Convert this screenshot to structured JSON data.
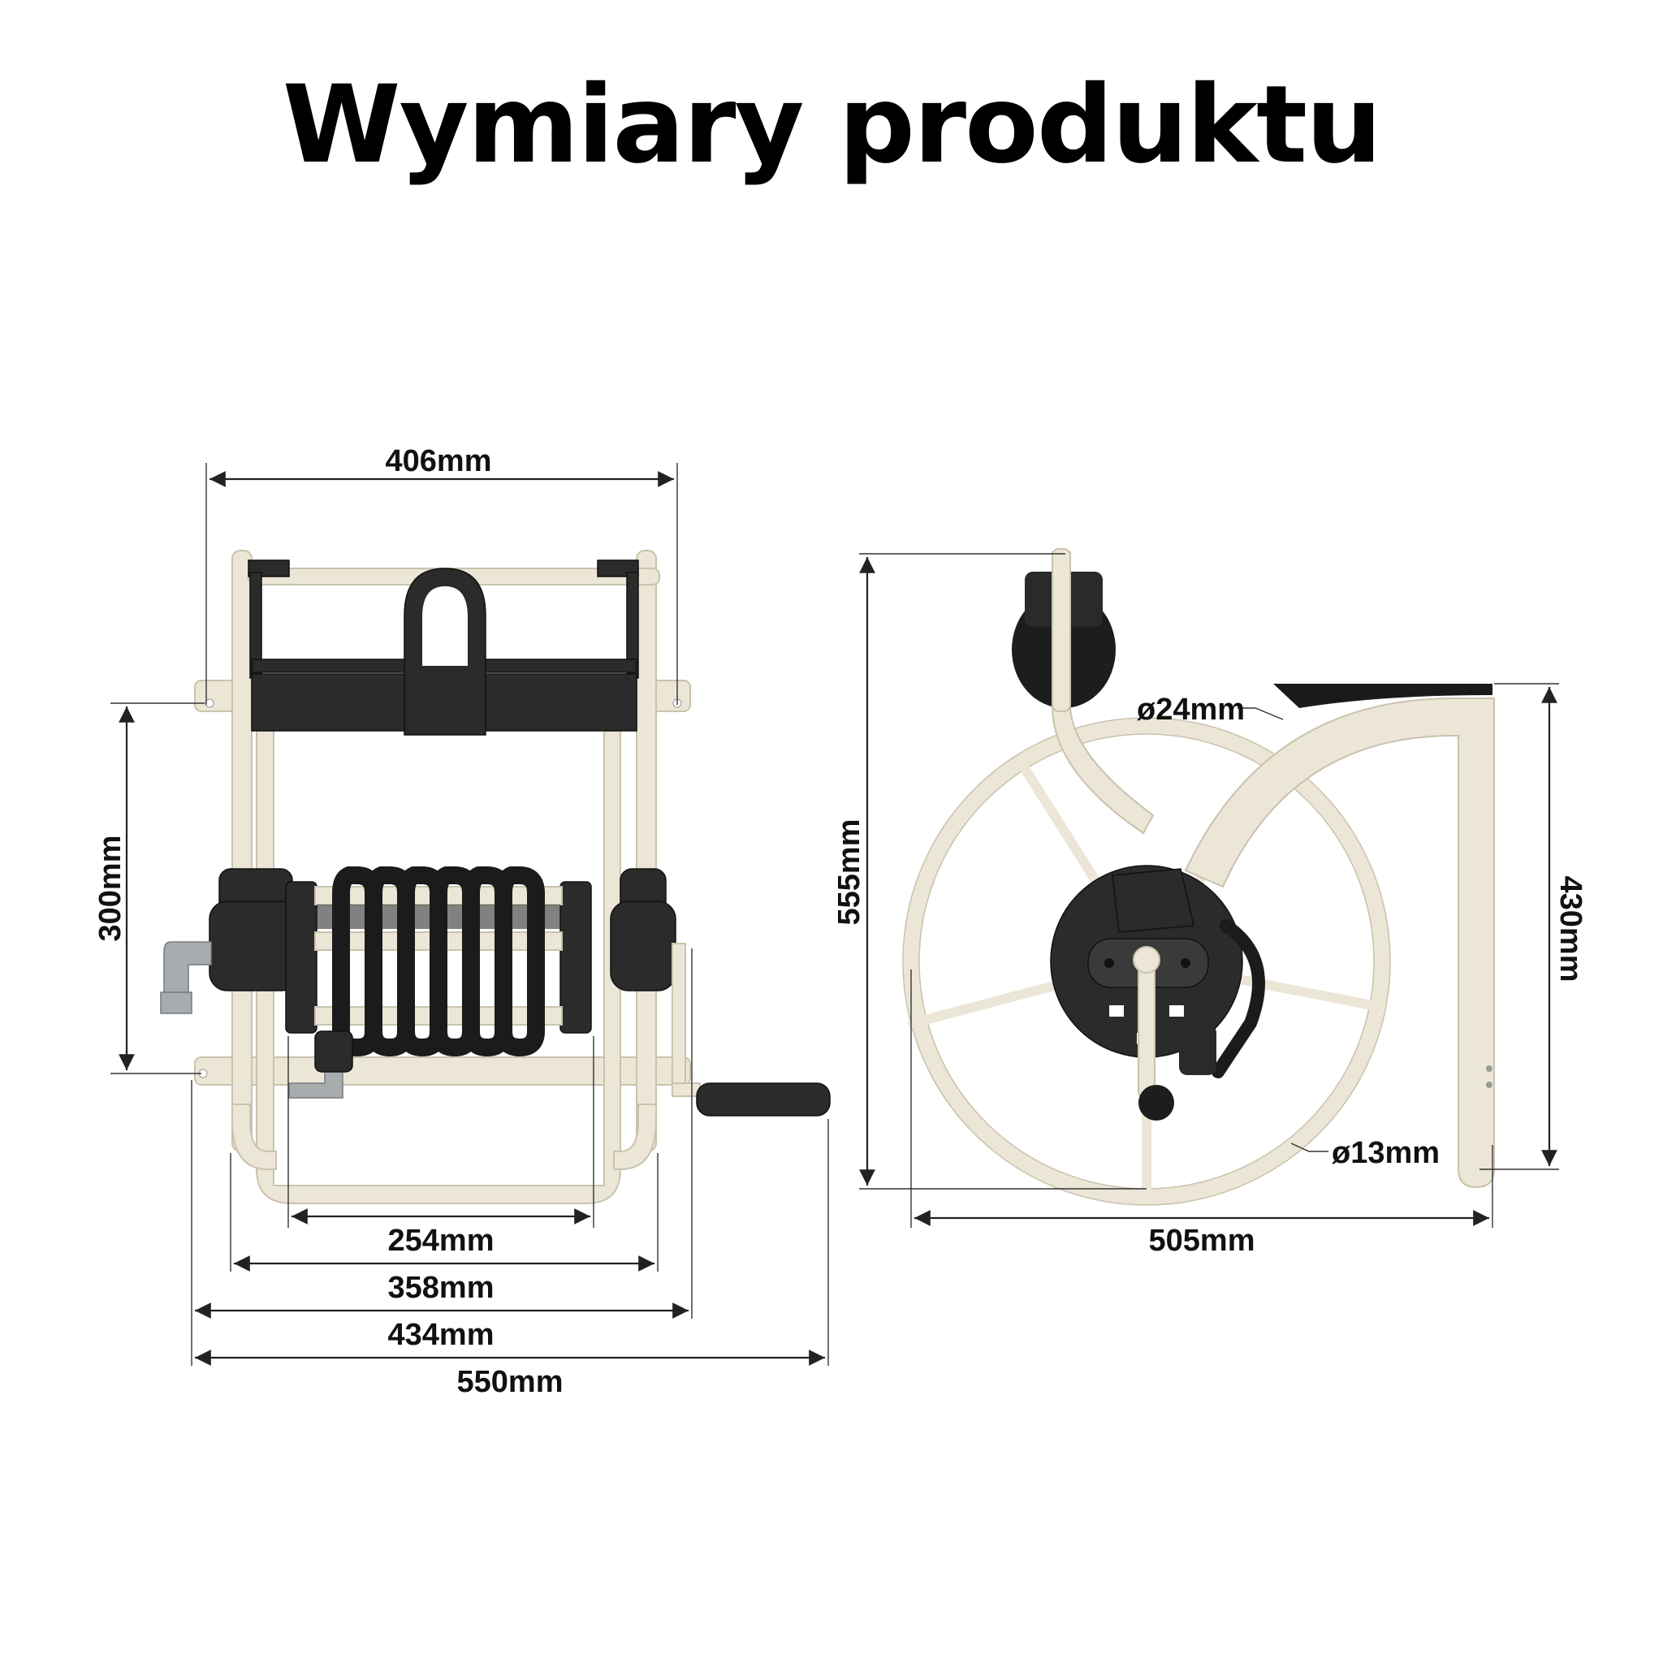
{
  "title": "Wymiary produktu",
  "colors": {
    "frame": "#ebe6d6",
    "plastic": "#2b2b2b",
    "background": "#ffffff",
    "text": "#000000"
  },
  "front_view": {
    "dim_top_width": "406mm",
    "dim_mount_height": "300mm",
    "dim_drum_width": "254mm",
    "dim_frame_inner": "358mm",
    "dim_frame_outer": "434mm",
    "dim_total_width": "550mm"
  },
  "side_view": {
    "dim_total_height": "555mm",
    "dim_bracket_height": "430mm",
    "dim_total_depth": "505mm",
    "dim_tube_diameter": "ø24mm",
    "dim_rod_diameter": "ø13mm"
  }
}
